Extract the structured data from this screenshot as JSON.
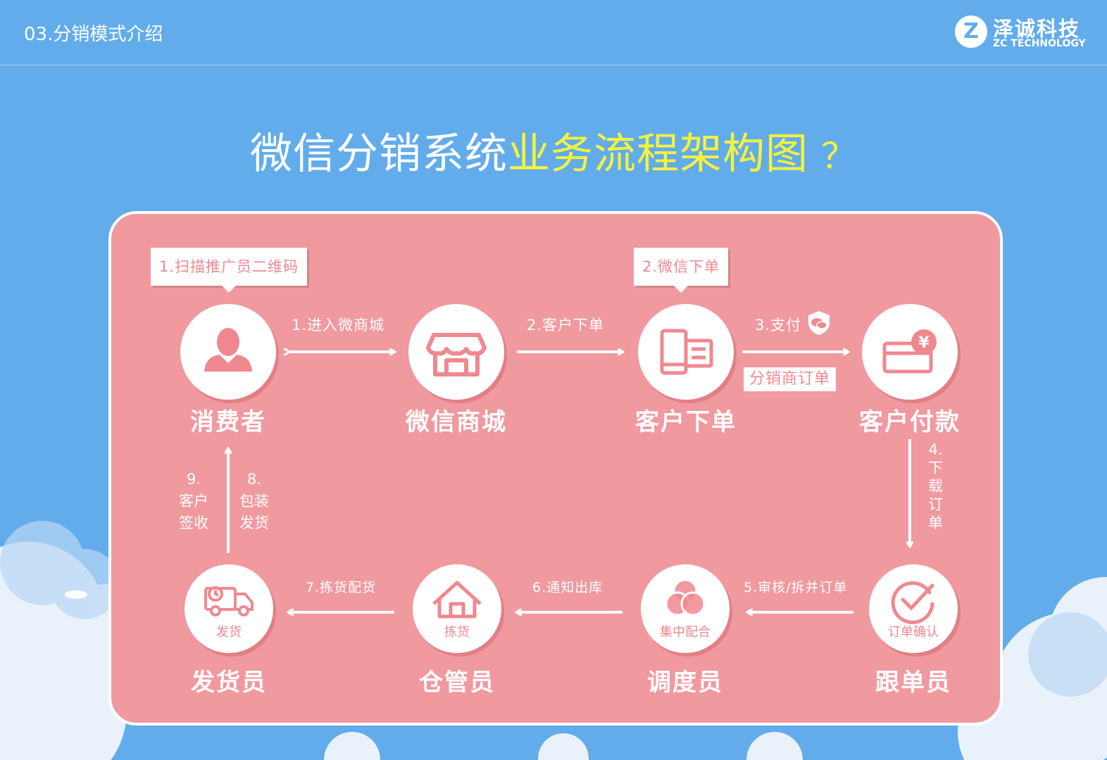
{
  "header": {
    "section_title": "03.分销模式介绍"
  },
  "logo": {
    "mark": "Z",
    "name_cn": "泽诚科技",
    "name_en": "ZC TECHNOLOGY"
  },
  "title": {
    "part1": "微信分销系统",
    "part2": "业务流程架构图",
    "mark": "？"
  },
  "nodes": {
    "consumer": {
      "label": "消费者",
      "icon": "person-icon"
    },
    "mall": {
      "label": "微信商城",
      "icon": "store-icon"
    },
    "order": {
      "label": "客户下单",
      "icon": "phone-order-icon"
    },
    "pay": {
      "label": "客户付款",
      "icon": "card-payment-icon"
    },
    "follow": {
      "label": "跟单员",
      "caption": "订单确认",
      "icon": "check-circle-icon"
    },
    "dispatch": {
      "label": "调度员",
      "caption": "集中配合",
      "icon": "venn-icon"
    },
    "warehouse": {
      "label": "仓管员",
      "caption": "拣货",
      "icon": "house-icon"
    },
    "shipper": {
      "label": "发货员",
      "caption": "发货",
      "icon": "truck-icon"
    }
  },
  "callouts": {
    "scan": "1.扫描推广员二维码",
    "wechat_order": "2.微信下单"
  },
  "edges": {
    "enter_mall": "1.进入微商城",
    "customer_order": "2.客户下单",
    "pay": "3.支付",
    "distributor_order": "分销商订单",
    "download": [
      "4.",
      "下",
      "载",
      "订",
      "单"
    ],
    "review": "5.审核/拆并订单",
    "notify": "6.通知出库",
    "pick": "7.拣货配货",
    "pack": [
      "8.",
      "包装",
      "发货"
    ],
    "sign": [
      "9.",
      "客户",
      "签收"
    ]
  },
  "colors": {
    "background": "#62acec",
    "panel": "#f0999f",
    "highlight": "#f5f23e",
    "icon": "#f0888f"
  }
}
